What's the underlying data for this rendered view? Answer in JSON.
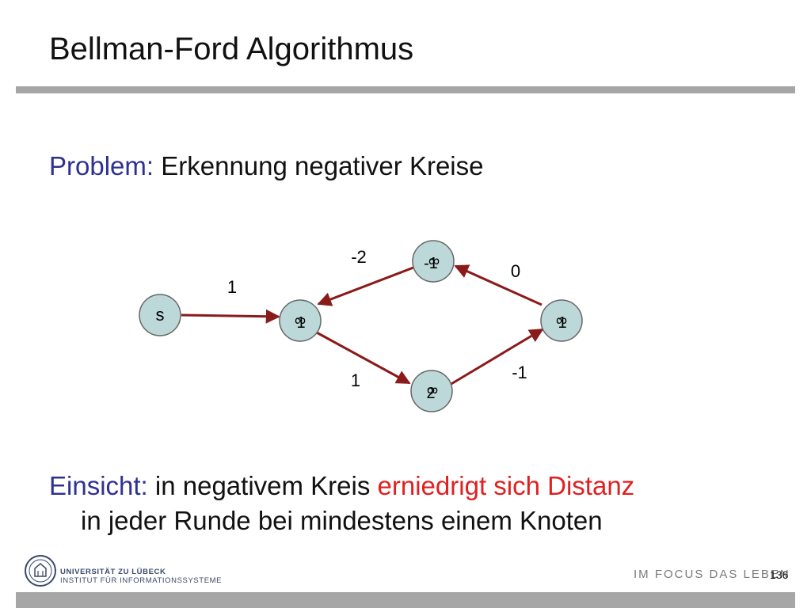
{
  "slide": {
    "title": "Bellman-Ford Algorithmus",
    "problem_label": "Problem:",
    "problem_text": "Erkennung negativer Kreise",
    "insight_label": "Einsicht:",
    "insight_text_1": "in negativem Kreis",
    "insight_highlight": "erniedrigt sich Distanz",
    "insight_text_2": "in jeder Runde bei mindestens einem Knoten",
    "page_number": "136"
  },
  "graph": {
    "nodes": {
      "s": {
        "label": "s"
      },
      "left": {
        "label_overlap_a": "∞",
        "label_overlap_b": "1"
      },
      "top": {
        "label_overlap_a": "∞",
        "label_overlap_b": "-1"
      },
      "right": {
        "label_overlap_a": "∞",
        "label_overlap_b": "1"
      },
      "bottom": {
        "label_overlap_a": "∞",
        "label_overlap_b": "2"
      }
    },
    "edges": {
      "s_left": "1",
      "top_left": "-2",
      "right_top": "0",
      "left_bottom": "1",
      "bottom_right": "-1"
    },
    "colors": {
      "node_fill": "#bcd8d8",
      "node_stroke": "#666666",
      "edge": "#8b1a1a"
    }
  },
  "footer": {
    "university_line1": "UNIVERSITÄT ZU LÜBECK",
    "university_line2": "INSTITUT FÜR INFORMATIONSSYSTEME",
    "slogan": "IM FOCUS DAS LEBEN"
  }
}
